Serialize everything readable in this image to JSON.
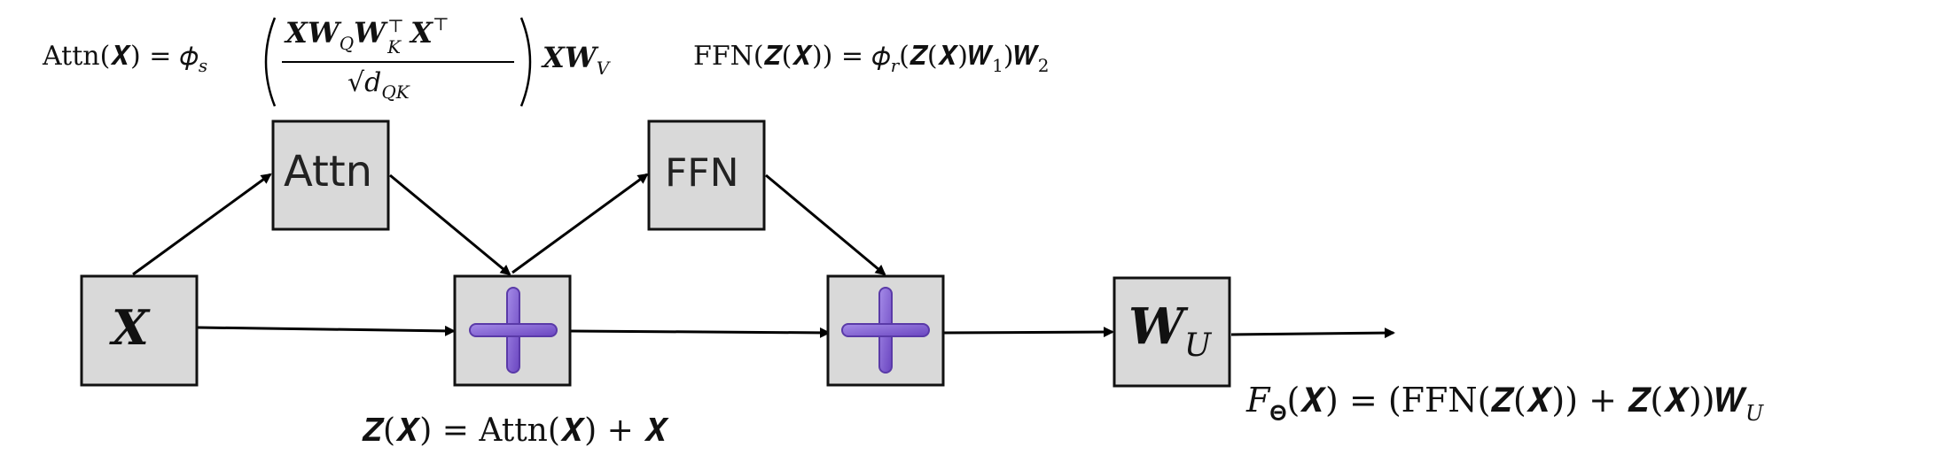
{
  "diagram": {
    "equations": {
      "attn_lhs": "Attn(𝑿) = 𝜙",
      "attn_sub_s": "s",
      "attn_num": "𝑿𝑾",
      "attn_num_q": "Q",
      "attn_num_wk": "𝑾",
      "attn_num_k": "K",
      "attn_num_top": "⊤",
      "attn_num_x": "𝑿",
      "attn_num_top2": "⊤",
      "attn_den": "√𝑑",
      "attn_den_sub": "QK",
      "attn_rhs": "𝑿𝑾",
      "attn_rhs_sub": "V",
      "ffn_eq": "FFN(𝒁(𝑿)) = 𝜙",
      "ffn_sub_r": "r",
      "ffn_eq_rest": "(𝒁(𝑿)𝑾",
      "ffn_sub_1": "1",
      "ffn_eq_rest2": ")𝑾",
      "ffn_sub_2": "2",
      "z_eq": "𝒁(𝑿) = Attn(𝑿) + 𝑿",
      "f_lhs": "𝐹",
      "f_sub": "𝚯",
      "f_rhs": "(𝑿) = (FFN(𝒁(𝑿)) + 𝒁(𝑿))𝑾",
      "f_rhs_sub": "U"
    },
    "boxes": {
      "x": "𝑿",
      "attn": "Attn",
      "ffn": "FFN",
      "wu": "𝑾",
      "wu_sub": "U"
    },
    "colors": {
      "box_fill": "#d9d9d9",
      "box_stroke": "#111111",
      "plus": "#7b5cc4",
      "arrow": "#000000"
    }
  }
}
